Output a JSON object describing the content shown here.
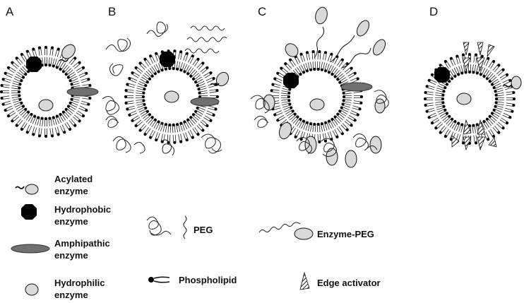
{
  "panels": [
    "A",
    "B",
    "C",
    "D"
  ],
  "legend": {
    "acylated_enzyme": [
      "Acylated",
      "enzyme"
    ],
    "hydrophobic_enzyme": [
      "Hydrophobic",
      "enzyme"
    ],
    "amphipathic_enzyme": [
      "Amphipathic",
      "enzyme"
    ],
    "hydrophilic_enzyme": [
      "Hydrophilic",
      "enzyme"
    ],
    "peg": "PEG",
    "enzyme_peg": "Enzyme-PEG",
    "phospholipid": "Phospholipid",
    "edge_activator": "Edge activator"
  },
  "colors": {
    "outline": "#111111",
    "hydrophobic_enzyme": "#000000",
    "amphipathic_enzyme": "#707070",
    "enzyme_fill": "#d9d9d9",
    "background": "#ffffff"
  }
}
